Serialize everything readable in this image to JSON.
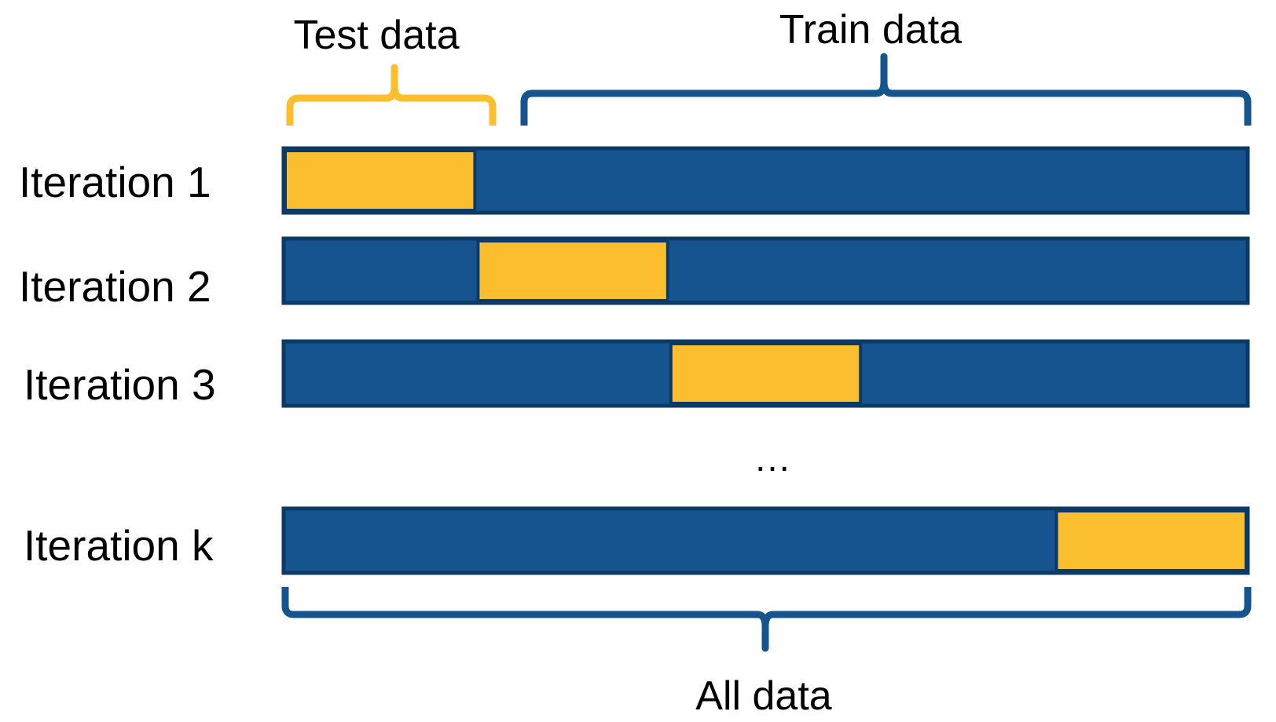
{
  "labels": {
    "test_data": "Test data",
    "train_data": "Train data",
    "all_data": "All data",
    "ellipsis": "…"
  },
  "iterations": [
    {
      "label": "Iteration 1",
      "test_fold": 1
    },
    {
      "label": "Iteration 2",
      "test_fold": 2
    },
    {
      "label": "Iteration 3",
      "test_fold": 3
    },
    {
      "label": "Iteration k",
      "test_fold": 5
    }
  ],
  "folds_per_bar": 5,
  "colors": {
    "train": "#15548F",
    "test": "#FBBE2E",
    "outline": "#0B3A66",
    "train_brace": "#15548F",
    "test_brace": "#FBBE2E",
    "text": "#000000"
  }
}
